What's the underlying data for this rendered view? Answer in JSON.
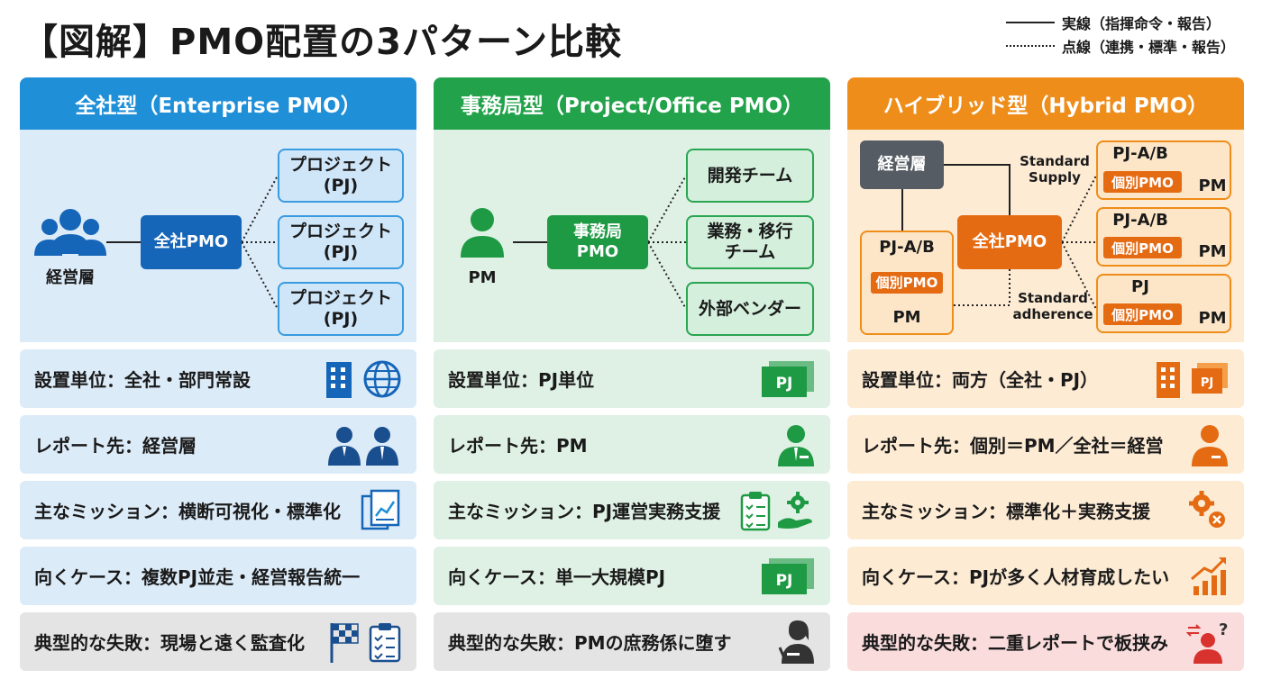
{
  "title": "【図解】PMO配置の3パターン比較",
  "legend": {
    "solid": "実線（指揮命令・報告）",
    "dotted": "点線（連携・標準・報告）"
  },
  "colors": {
    "enterprise": "#1f8fd8",
    "office": "#22a24a",
    "hybrid": "#ef8d1a",
    "fail_hybrid": "#fadcdc"
  },
  "columns": [
    {
      "header": "全社型（Enterprise PMO）",
      "diagram": {
        "exec_label": "経営層",
        "pmo": "全社PMO",
        "projects": [
          "プロジェクト\n(PJ)",
          "プロジェクト\n(PJ)",
          "プロジェクト\n(PJ)"
        ]
      },
      "rows": [
        {
          "label": "設置単位：全社・部門常設",
          "icons": [
            "building-icon",
            "globe-icon"
          ]
        },
        {
          "label": "レポート先：経営層",
          "icons": [
            "executive-pair-icon"
          ]
        },
        {
          "label": "主なミッション：横断可視化・標準化",
          "icons": [
            "report-documents-icon"
          ]
        },
        {
          "label": "向くケース：複数PJ並走・経営報告統一",
          "icons": []
        },
        {
          "label": "典型的な失敗：現場と遠く監査化",
          "icons": [
            "checkered-flag-icon",
            "checklist-icon"
          ]
        }
      ]
    },
    {
      "header": "事務局型（Project/Office PMO）",
      "diagram": {
        "pm_label": "PM",
        "pmo": "事務局\nPMO",
        "teams": [
          "開発チーム",
          "業務・移行\nチーム",
          "外部ベンダー"
        ]
      },
      "rows": [
        {
          "label": "設置単位：PJ単位",
          "icons": [
            "pj-folder-icon"
          ],
          "icon_text": "PJ"
        },
        {
          "label": "レポート先：PM",
          "icons": [
            "pm-person-icon"
          ]
        },
        {
          "label": "主なミッション：PJ運営実務支援",
          "icons": [
            "clipboard-icon",
            "support-gear-hand-icon"
          ]
        },
        {
          "label": "向くケース：単一大規模PJ",
          "icons": [
            "pj-folder-icon"
          ],
          "icon_text": "PJ"
        },
        {
          "label": "典型的な失敗：PMの庶務係に堕す",
          "icons": [
            "clerk-icon"
          ]
        }
      ]
    },
    {
      "header": "ハイブリッド型（Hybrid PMO）",
      "diagram": {
        "exec": "経営層",
        "pmo": "全社PMO",
        "supply": "Standard\nSupply",
        "adherence": "Standard\nadherence",
        "left_box": {
          "title": "PJ-A/B",
          "badge": "個別PMO",
          "pm": "PM"
        },
        "right_boxes": [
          {
            "title": "PJ-A/B",
            "badge": "個別PMO",
            "pm": "PM"
          },
          {
            "title": "PJ-A/B",
            "badge": "個別PMO",
            "pm": "PM"
          },
          {
            "title": "PJ",
            "badge": "個別PMO",
            "pm": "PM"
          }
        ]
      },
      "rows": [
        {
          "label": "設置単位：両方（全社・PJ）",
          "icons": [
            "building-orange-icon",
            "pj-folder-orange-icon"
          ],
          "icon_text": "PJ"
        },
        {
          "label": "レポート先：個別＝PM／全社＝経営",
          "icons": [
            "pm-person-orange-icon"
          ]
        },
        {
          "label": "主なミッション：標準化＋実務支援",
          "icons": [
            "gears-icon"
          ]
        },
        {
          "label": "向くケース：PJが多く人材育成したい",
          "icons": [
            "growth-chart-icon"
          ]
        },
        {
          "label": "典型的な失敗：二重レポートで板挟み",
          "icons": [
            "confused-person-icon"
          ]
        }
      ]
    }
  ]
}
